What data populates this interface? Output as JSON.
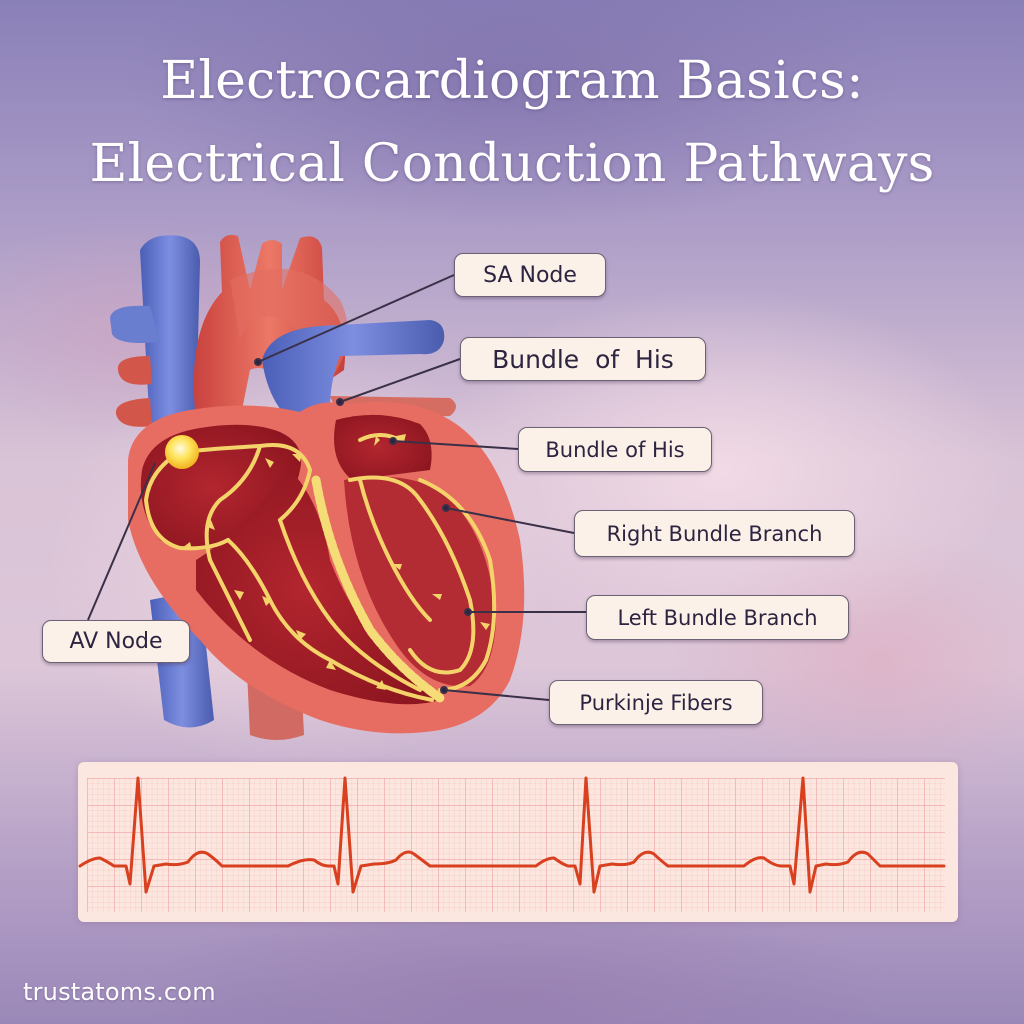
{
  "title": {
    "line1": "Electrocardiogram Basics:",
    "line2": "Electrical Conduction Pathways"
  },
  "labels": [
    {
      "id": "sa-node",
      "text": "SA Node"
    },
    {
      "id": "bundle-of-his-upper",
      "text": "Bundle  of  His"
    },
    {
      "id": "bundle-of-his-lower",
      "text": "Bundle of His"
    },
    {
      "id": "right-bundle-branch",
      "text": "Right Bundle Branch"
    },
    {
      "id": "left-bundle-branch",
      "text": "Left Bundle Branch"
    },
    {
      "id": "purkinje-fibers",
      "text": "Purkinje Fibers"
    },
    {
      "id": "av-node",
      "text": "AV Node"
    }
  ],
  "ecg_strip": {
    "rhythm": "normal sinus rhythm",
    "beats": 4,
    "r_peak_x": [
      138,
      345,
      586,
      803
    ],
    "trace_color": "#d8401f",
    "grid_color": "#ef9f9f",
    "paper_color": "#fbe7df"
  },
  "colors": {
    "title_text": "#ffffff",
    "label_bg": "#fbf1e8",
    "label_text": "#2c2440",
    "leader_line": "#3a3048",
    "heart_red": "#c93a3c",
    "vein_blue": "#5a6fc4",
    "conduction_yellow": "#f4d46a"
  },
  "footer": {
    "watermark": "trustatoms.com"
  }
}
